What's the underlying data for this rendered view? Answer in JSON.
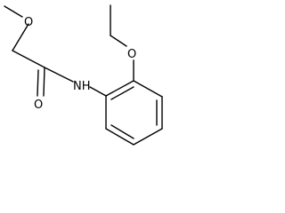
{
  "molecule": {
    "atoms": {
      "o_methoxy": "O",
      "o_ethoxy": "O",
      "nh": "NH",
      "o_carbonyl": "O"
    }
  }
}
